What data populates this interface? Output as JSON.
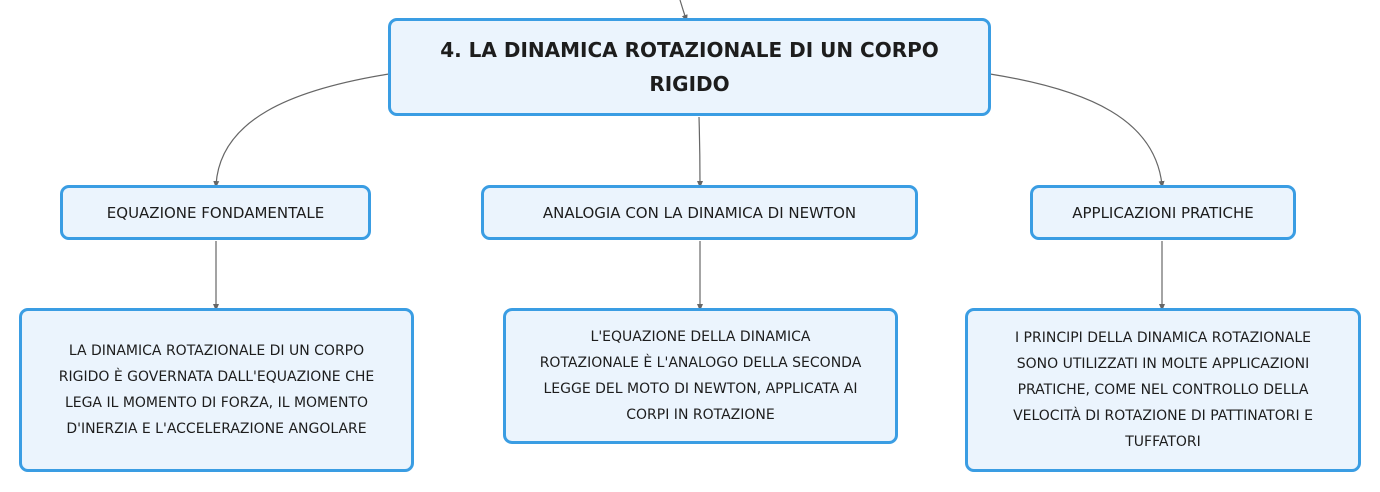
{
  "colors": {
    "node_fill": "#ebf4fd",
    "node_border": "#3a9de3",
    "connector": "#666666",
    "text": "#1d1d1d"
  },
  "root": {
    "lines": [
      "4. LA DINAMICA ROTAZIONALE DI UN CORPO",
      "RIGIDO"
    ]
  },
  "branches": [
    {
      "label": "EQUAZIONE FONDAMENTALE",
      "detail": [
        "LA DINAMICA ROTAZIONALE DI UN CORPO",
        "RIGIDO È GOVERNATA DALL'EQUAZIONE CHE",
        "LEGA IL MOMENTO DI FORZA, IL MOMENTO",
        "D'INERZIA E L'ACCELERAZIONE ANGOLARE"
      ]
    },
    {
      "label": "ANALOGIA CON LA DINAMICA DI NEWTON",
      "detail": [
        "L'EQUAZIONE DELLA DINAMICA",
        "ROTAZIONALE È L'ANALOGO DELLA SECONDA",
        "LEGGE DEL MOTO DI NEWTON, APPLICATA AI",
        "CORPI IN ROTAZIONE"
      ]
    },
    {
      "label": "APPLICAZIONI PRATICHE",
      "detail": [
        "I PRINCIPI DELLA DINAMICA ROTAZIONALE",
        "SONO UTILIZZATI IN MOLTE APPLICAZIONI",
        "PRATICHE, COME NEL CONTROLLO DELLA",
        "VELOCITÀ DI ROTAZIONE DI PATTINATORI E",
        "TUFFATORI"
      ]
    }
  ]
}
